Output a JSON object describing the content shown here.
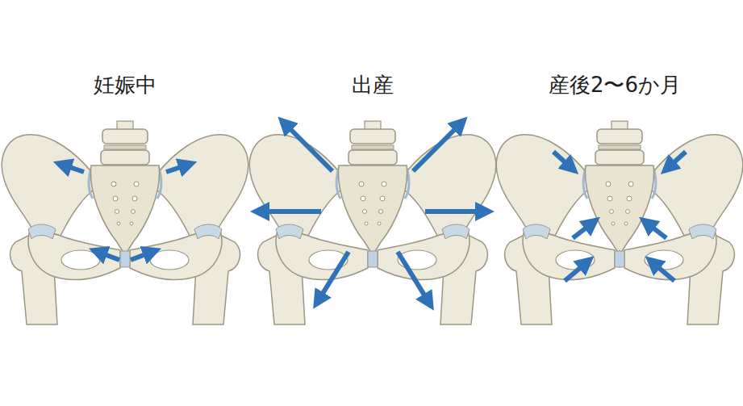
{
  "diagram": {
    "labels": [
      "妊娠中",
      "出産",
      "産後2〜6か月"
    ]
  }
}
